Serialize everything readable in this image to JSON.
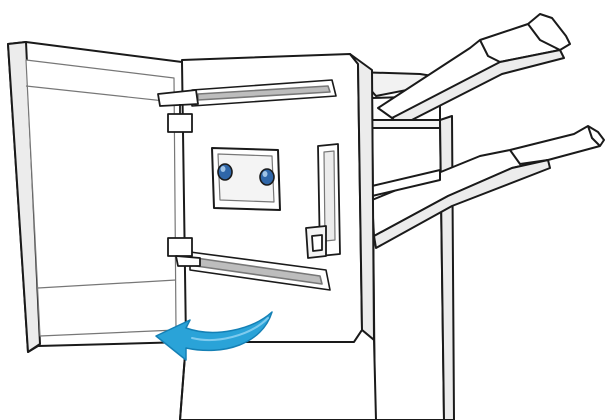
{
  "illustration": {
    "subject": "finisher-front-door-open",
    "palette": {
      "outline": "#1a1a1a",
      "line_light": "#777777",
      "face_white": "#ffffff",
      "face_shade": "#ececec",
      "slot_grey": "#bdbdbd",
      "knob_blue": "#2f66a8",
      "knob_highlight": "#9fc3e6",
      "arrow_fill": "#2aa3d8",
      "arrow_edge": "#1580b5"
    },
    "arrow": {
      "meaning": "close-door",
      "direction": "counter-clockwise-toward-left"
    },
    "icons": [
      "door-panel",
      "inner-panel",
      "knob",
      "latch",
      "output-tray",
      "hinge"
    ]
  }
}
